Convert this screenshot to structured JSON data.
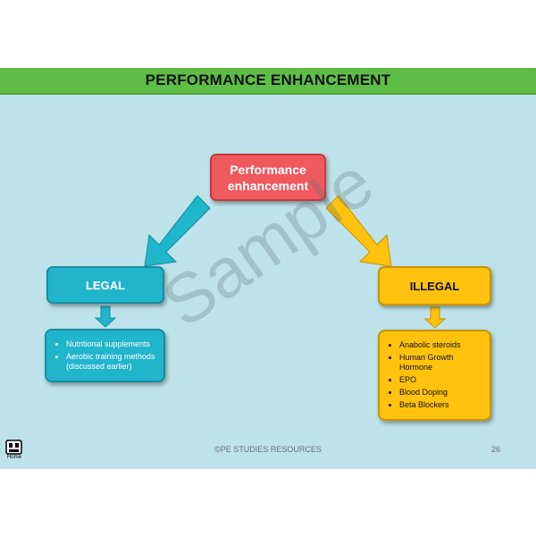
{
  "title": "PERFORMANCE ENHANCEMENT",
  "center_box": {
    "label": "Performance enhancement"
  },
  "legal": {
    "label": "LEGAL",
    "items": [
      "Nutritional supplements",
      "Aerobic training methods (discussed earlier)"
    ]
  },
  "illegal": {
    "label": "ILLEGAL",
    "items": [
      "Anabolic steroids",
      "Human Growth Hormone",
      "EPO",
      "Blood Doping",
      "Beta Blockers"
    ]
  },
  "watermark": "Sample",
  "footer": {
    "copyright": "©PE STUDIES RESOURCES",
    "page_number": "26"
  },
  "home_button": {
    "label": "Home",
    "icon": "home-icon"
  },
  "colors": {
    "title_bar": "#5fbd45",
    "background": "#bde2ea",
    "center_box": "#ef5a5f",
    "legal": "#21b5cc",
    "illegal": "#ffc20e"
  }
}
